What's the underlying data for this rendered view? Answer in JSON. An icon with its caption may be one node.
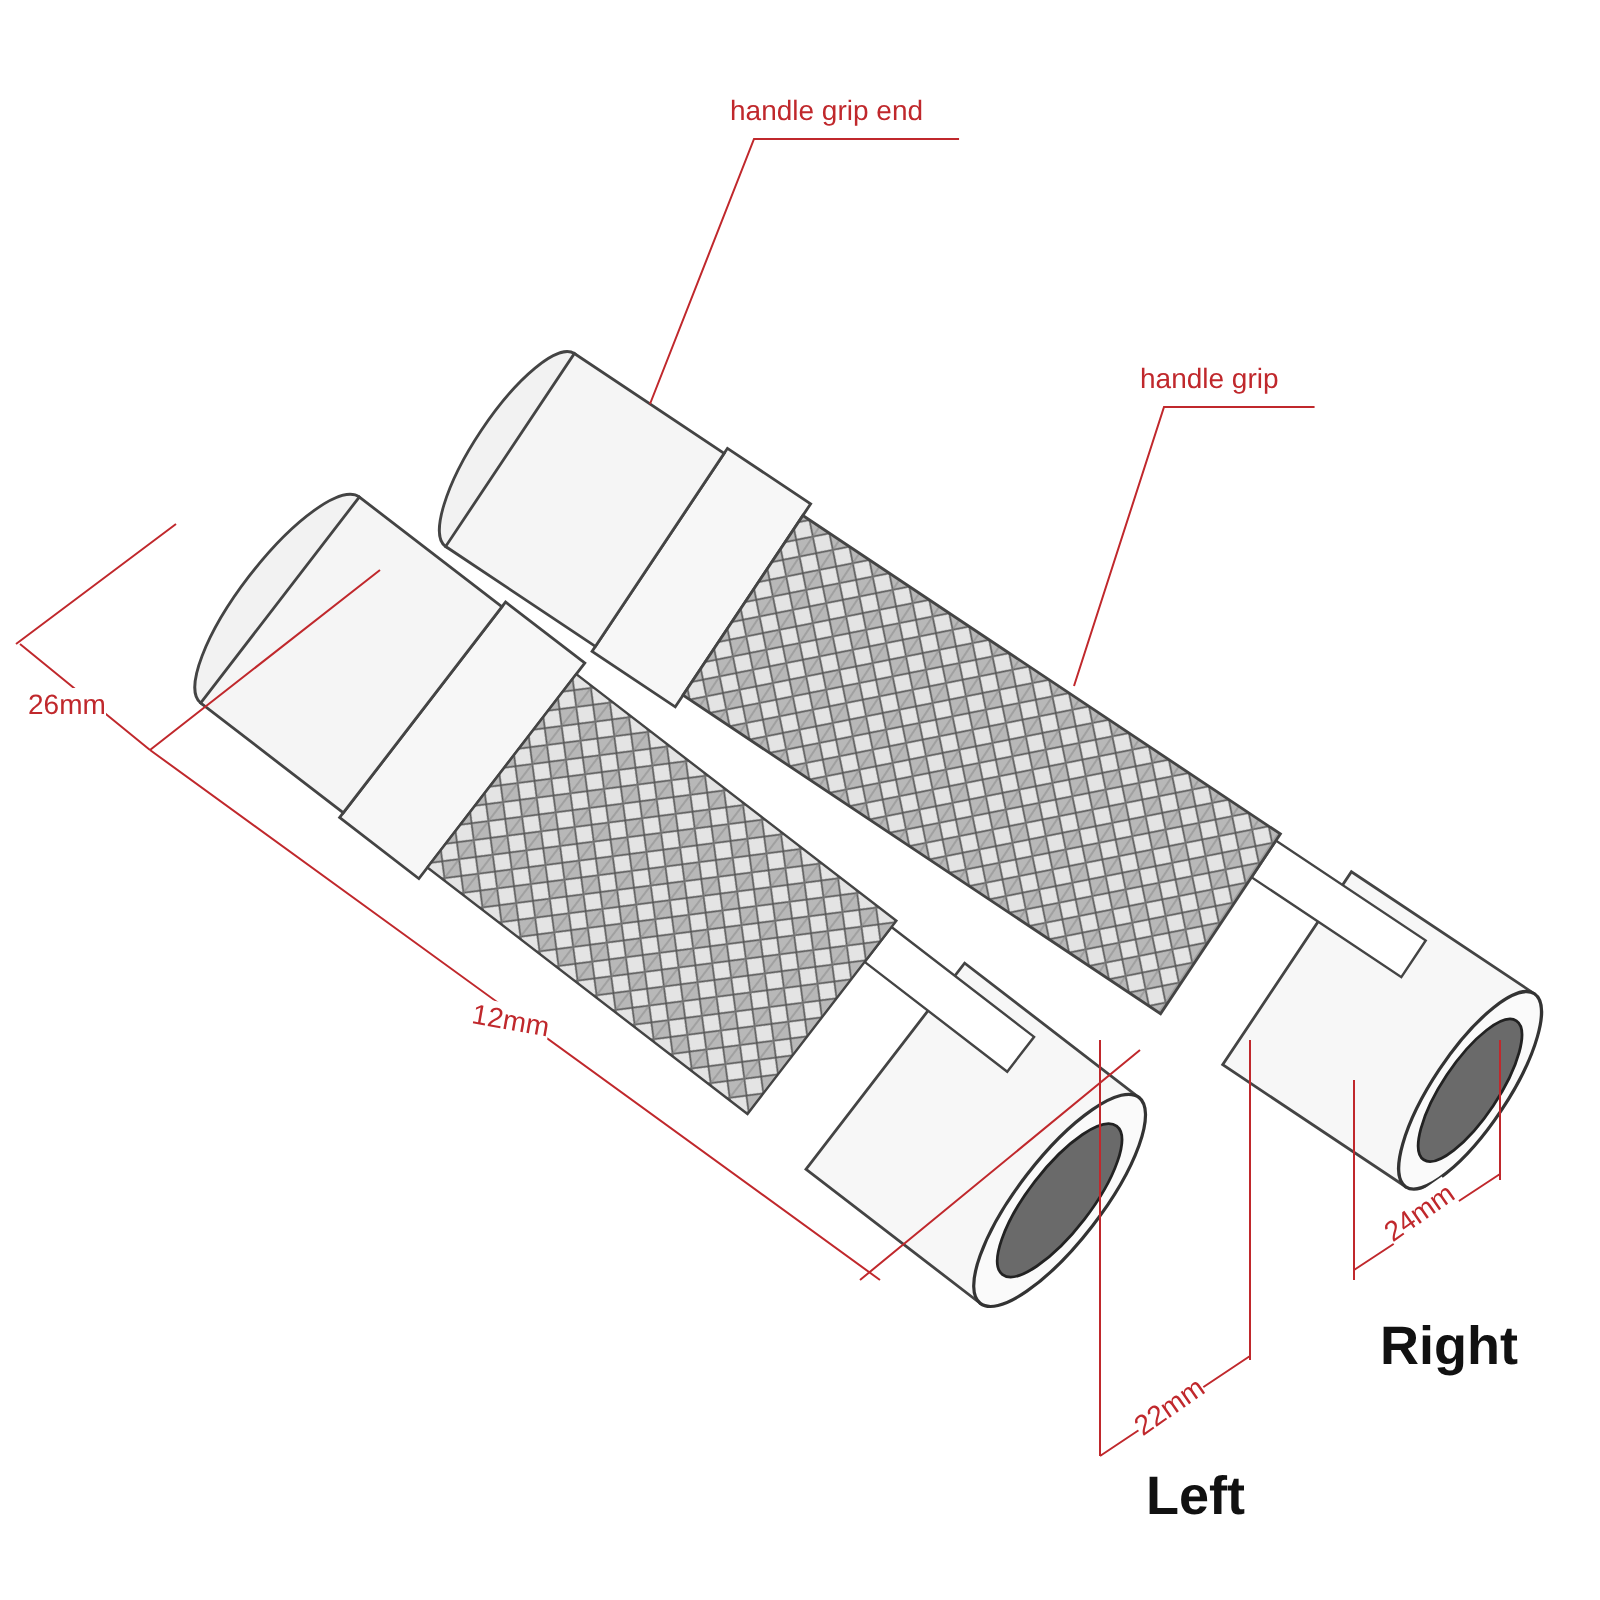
{
  "diagram": {
    "nodes": [
      {
        "text": [
          "handle grip end"
        ]
      },
      {
        "text": [],
        "shape": "cylinder"
      },
      {
        "text": [
          "handle grip"
        ]
      },
      {
        "text": [],
        "shape": "cylinder"
      }
    ],
    "edges": [
      {
        "from": 0,
        "to": 1,
        "arrow": "none"
      },
      {
        "from": 2,
        "to": 3,
        "arrow": "none"
      }
    ],
    "labels": [
      "26mm",
      "12mm",
      "24mm",
      "Right",
      "22mm",
      "Left"
    ]
  }
}
